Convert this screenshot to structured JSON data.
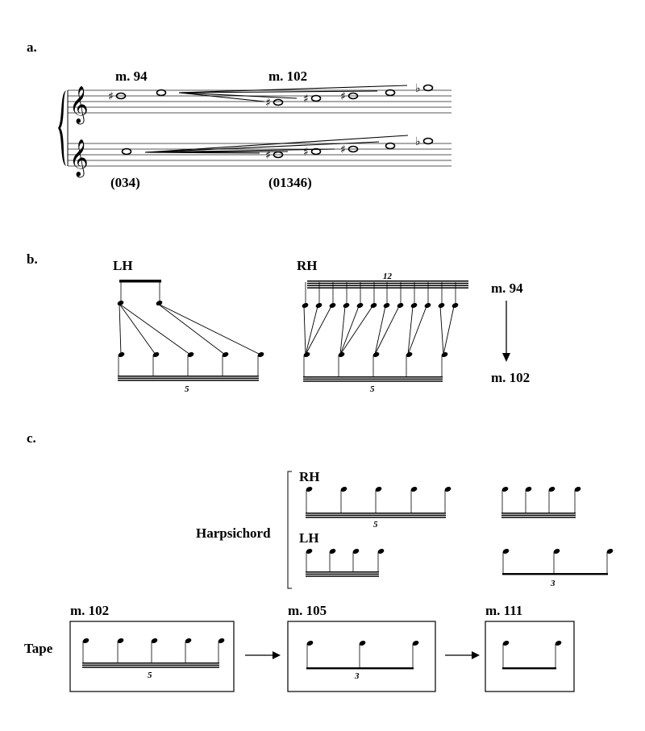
{
  "section_a": {
    "label": "a.",
    "measure_left": "m. 94",
    "measure_right": "m. 102",
    "set_left": "(034)",
    "set_right": "(01346)"
  },
  "section_b": {
    "label": "b.",
    "lh_label": "LH",
    "rh_label": "RH",
    "lh_tuplet": "5",
    "rh_top_tuplet": "12",
    "rh_bottom_tuplet": "5",
    "measure_top": "m. 94",
    "measure_bottom": "m. 102"
  },
  "section_c": {
    "label": "c.",
    "instrument": "Harpsichord",
    "rh_label": "RH",
    "lh_label": "LH",
    "rh_tuplet": "5",
    "lh_tuplet": "3",
    "tape_label": "Tape",
    "boxes": [
      {
        "measure": "m. 102",
        "tuplet": "5"
      },
      {
        "measure": "m. 105",
        "tuplet": "3"
      },
      {
        "measure": "m. 111",
        "tuplet": ""
      }
    ]
  },
  "symbols": {
    "clef": "𝄞",
    "sharp": "♯",
    "flat": "♭"
  }
}
